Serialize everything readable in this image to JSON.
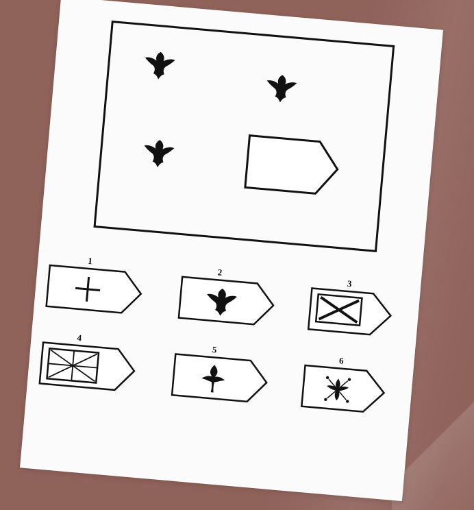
{
  "puzzle": {
    "options": [
      {
        "label": "1",
        "symbol": "plus-icon"
      },
      {
        "label": "2",
        "symbol": "fleur-icon"
      },
      {
        "label": "3",
        "symbol": "boxed-x-icon"
      },
      {
        "label": "4",
        "symbol": "grid-asterisk-icon"
      },
      {
        "label": "5",
        "symbol": "sprout-icon"
      },
      {
        "label": "6",
        "symbol": "flower-icon"
      }
    ]
  },
  "colors": {
    "background": "#8f625a",
    "paper": "#fbfbfb",
    "ink": "#111111"
  }
}
